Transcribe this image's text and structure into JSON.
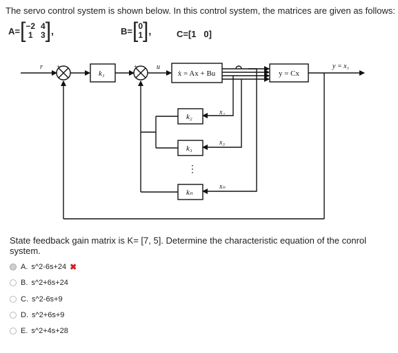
{
  "prompt": "The servo control system is shown below. In this control system, the matrices are given as follows:",
  "matrices": {
    "A": {
      "label": "A=",
      "r1c1": "−2",
      "r1c2": "4",
      "r2c1": "1",
      "r2c2": "3"
    },
    "B": {
      "label": "B=",
      "r1": "0",
      "r2": "1"
    },
    "C": {
      "text": "C=[1   0]"
    }
  },
  "diagram": {
    "r": "r",
    "k1": "k₁",
    "u": "u",
    "state_eq": "ẋ = Ax + Bu",
    "output_eq": "y = Cx",
    "y_out": "y = x₁",
    "x2": "x₂",
    "x3": "x₃",
    "xn": "xₙ",
    "k2": "k₂",
    "k3": "k₃",
    "kn": "kₙ",
    "dots": "⋮"
  },
  "question": "State feedback gain matrix is K= [7, 5]. Determine the characteristic equation of the conrol system.",
  "options": [
    {
      "letter": "A.",
      "text": "s^2-6s+24",
      "selected": true,
      "mark": "✖"
    },
    {
      "letter": "B.",
      "text": "s^2+6s+24",
      "selected": false
    },
    {
      "letter": "C.",
      "text": "s^2-6s+9",
      "selected": false
    },
    {
      "letter": "D.",
      "text": "s^2+6s+9",
      "selected": false
    },
    {
      "letter": "E.",
      "text": "s^2+4s+28",
      "selected": false
    }
  ]
}
